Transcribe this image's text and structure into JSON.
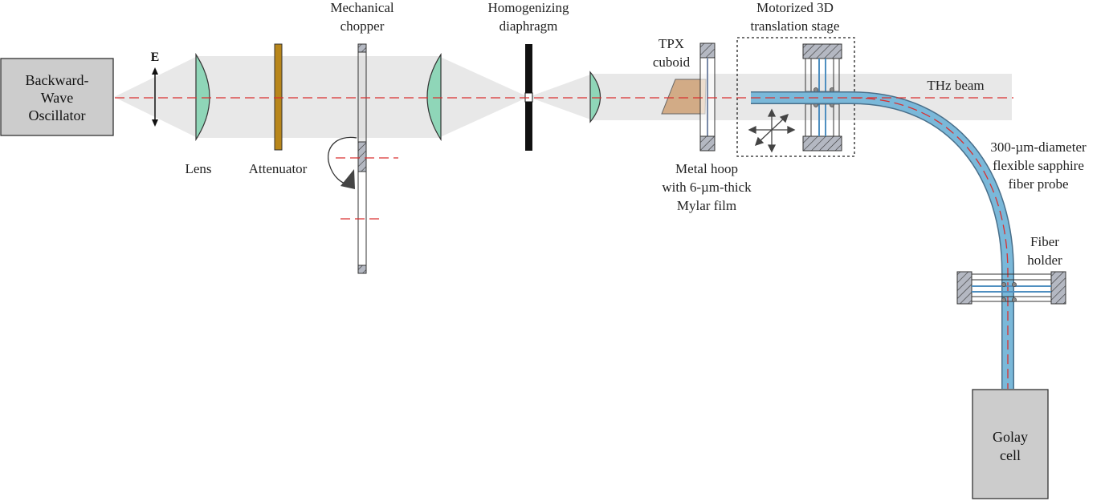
{
  "labels": {
    "source": [
      "Backward-",
      "Wave",
      "Oscillator"
    ],
    "efield": "E",
    "lens": "Lens",
    "attenuator": "Attenuator",
    "chopper": [
      "Mechanical",
      "chopper"
    ],
    "diaphragm": [
      "Homogenizing",
      "diaphragm"
    ],
    "tpx": [
      "TPX",
      "cuboid"
    ],
    "hoop": [
      "Metal hoop",
      "with 6-µm-thick",
      "Mylar film"
    ],
    "stage": [
      "Motorized 3D",
      "translation stage"
    ],
    "beam": "THz beam",
    "fiber": [
      "300-µm-diameter",
      "flexible sapphire",
      "fiber probe"
    ],
    "holder": [
      "Fiber",
      "holder"
    ],
    "detector": [
      "Golay",
      "cell"
    ]
  },
  "colors": {
    "beam": "#e8e8e8",
    "axis": "#d93030",
    "lens": "#8fd6b8",
    "attenuator": "#b8861a",
    "box": "#cccccc",
    "tpx": "#d2ab86",
    "fiber": "#7ab8d9",
    "hatch": "#b4b8c2"
  }
}
